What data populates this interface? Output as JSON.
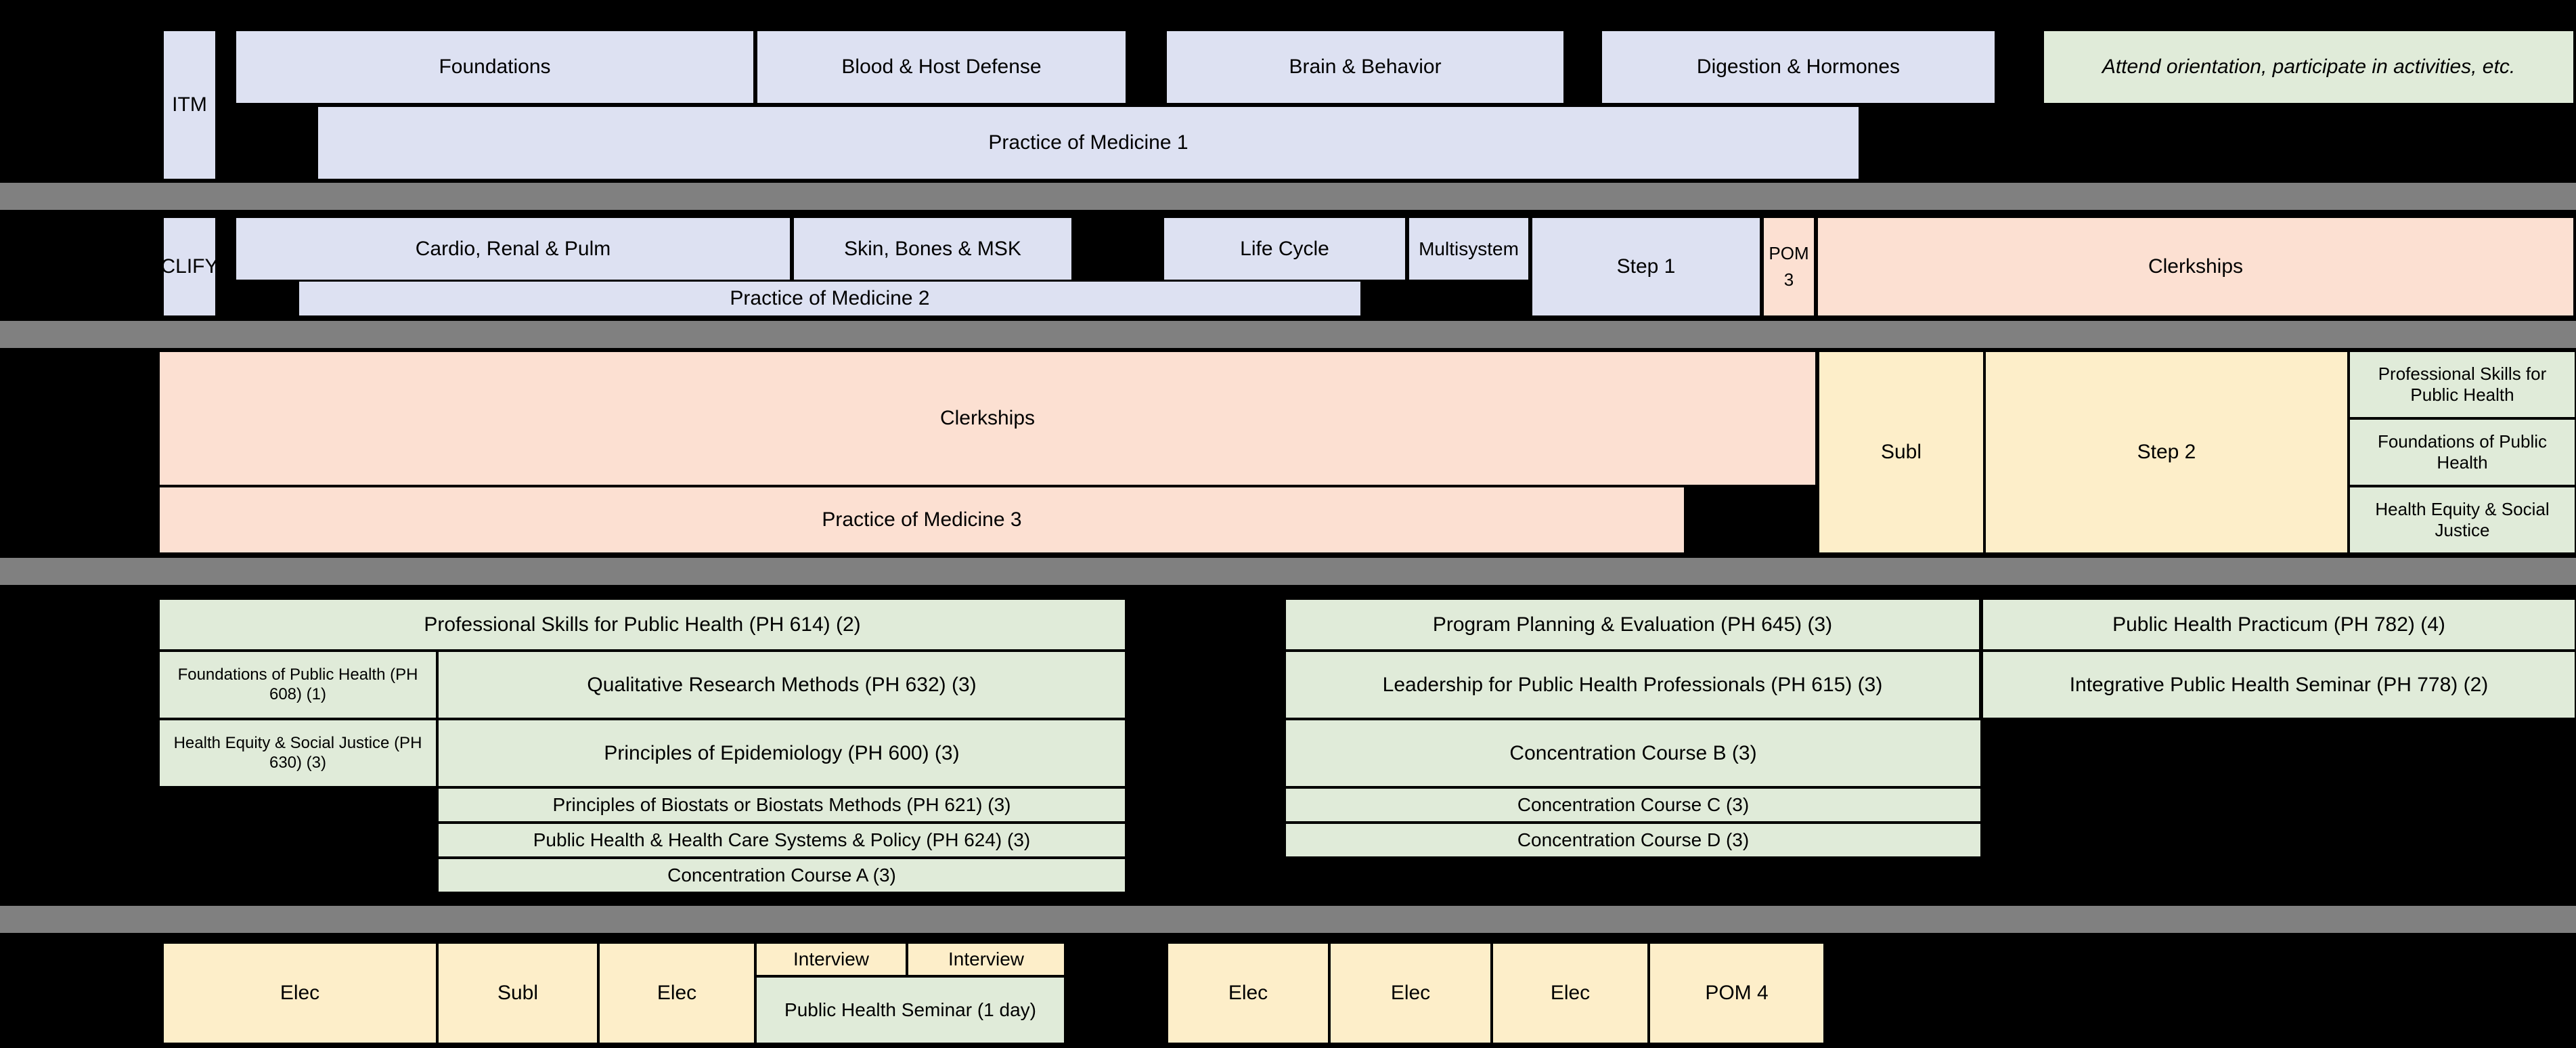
{
  "colors": {
    "blue": "#dde1f2",
    "peach": "#fce0d2",
    "cream": "#fdeec9",
    "green": "#e0ebd9",
    "separator": "#808080",
    "background": "#000000"
  },
  "rows": [
    {
      "name": "year-1-itm",
      "phase_label": "ITM",
      "blocks": [
        {
          "label": "Foundations",
          "color": "blue"
        },
        {
          "label": "Blood & Host Defense",
          "color": "blue"
        },
        {
          "label": "Brain & Behavior",
          "color": "blue"
        },
        {
          "label": "Digestion & Hormones",
          "color": "blue"
        },
        {
          "label": "Attend orientation, participate in activities, etc.",
          "color": "green",
          "italic": true
        }
      ],
      "sub_blocks": [
        {
          "label": "Practice of Medicine 1",
          "color": "blue"
        }
      ]
    },
    {
      "name": "year-2-clify",
      "phase_label": "CLIFY",
      "blocks": [
        {
          "label": "Cardio, Renal & Pulm",
          "color": "blue"
        },
        {
          "label": "Skin, Bones & MSK",
          "color": "blue"
        },
        {
          "label": "Life Cycle",
          "color": "blue"
        },
        {
          "label": "Multisystem",
          "color": "blue"
        },
        {
          "label": "Step 1",
          "color": "blue"
        },
        {
          "label": "POM 3",
          "color": "peach"
        },
        {
          "label": "Clerkships",
          "color": "peach"
        }
      ],
      "sub_blocks": [
        {
          "label": "Practice of Medicine 2",
          "color": "blue"
        }
      ]
    },
    {
      "name": "year-3-clerkships",
      "blocks": [
        {
          "label": "Clerkships",
          "color": "peach"
        },
        {
          "label": "Subl",
          "color": "cream"
        },
        {
          "label": "Step 2",
          "color": "cream"
        },
        {
          "label": "Professional Skills for Public Health",
          "color": "green"
        },
        {
          "label": "Foundations of Public Health",
          "color": "green"
        },
        {
          "label": "Health Equity & Social Justice",
          "color": "green"
        }
      ],
      "sub_blocks": [
        {
          "label": "Practice of Medicine 3",
          "color": "peach"
        }
      ]
    },
    {
      "name": "public-health-courses",
      "blocks": [
        {
          "label": "Professional Skills for Public Health (PH 614) (2)",
          "color": "green"
        },
        {
          "label": "Foundations of Public Health (PH 608) (1)",
          "color": "green"
        },
        {
          "label": "Health Equity & Social Justice (PH 630) (3)",
          "color": "green"
        },
        {
          "label": "Qualitative Research Methods (PH 632) (3)",
          "color": "green"
        },
        {
          "label": "Principles of Epidemiology (PH 600) (3)",
          "color": "green"
        },
        {
          "label": "Principles of Biostats or Biostats Methods (PH 621) (3)",
          "color": "green"
        },
        {
          "label": "Public Health & Health Care Systems & Policy (PH 624) (3)",
          "color": "green"
        },
        {
          "label": "Concentration Course A (3)",
          "color": "green"
        },
        {
          "label": "Program Planning & Evaluation (PH 645) (3)",
          "color": "green"
        },
        {
          "label": "Leadership for Public Health Professionals (PH 615) (3)",
          "color": "green"
        },
        {
          "label": "Concentration Course B (3)",
          "color": "green"
        },
        {
          "label": "Concentration Course C (3)",
          "color": "green"
        },
        {
          "label": "Concentration Course D (3)",
          "color": "green"
        },
        {
          "label": "Public Health Practicum (PH 782) (4)",
          "color": "green"
        },
        {
          "label": "Integrative Public Health Seminar (PH 778) (2)",
          "color": "green"
        }
      ]
    },
    {
      "name": "year-4-electives",
      "blocks": [
        {
          "label": "Elec",
          "color": "cream"
        },
        {
          "label": "Subl",
          "color": "cream"
        },
        {
          "label": "Elec",
          "color": "cream"
        },
        {
          "label": "Interview",
          "color": "cream"
        },
        {
          "label": "Interview",
          "color": "cream"
        },
        {
          "label": "Public Health Seminar (1 day)",
          "color": "green"
        },
        {
          "label": "Elec",
          "color": "cream"
        },
        {
          "label": "Elec",
          "color": "cream"
        },
        {
          "label": "Elec",
          "color": "cream"
        },
        {
          "label": "POM 4",
          "color": "cream"
        }
      ]
    }
  ]
}
